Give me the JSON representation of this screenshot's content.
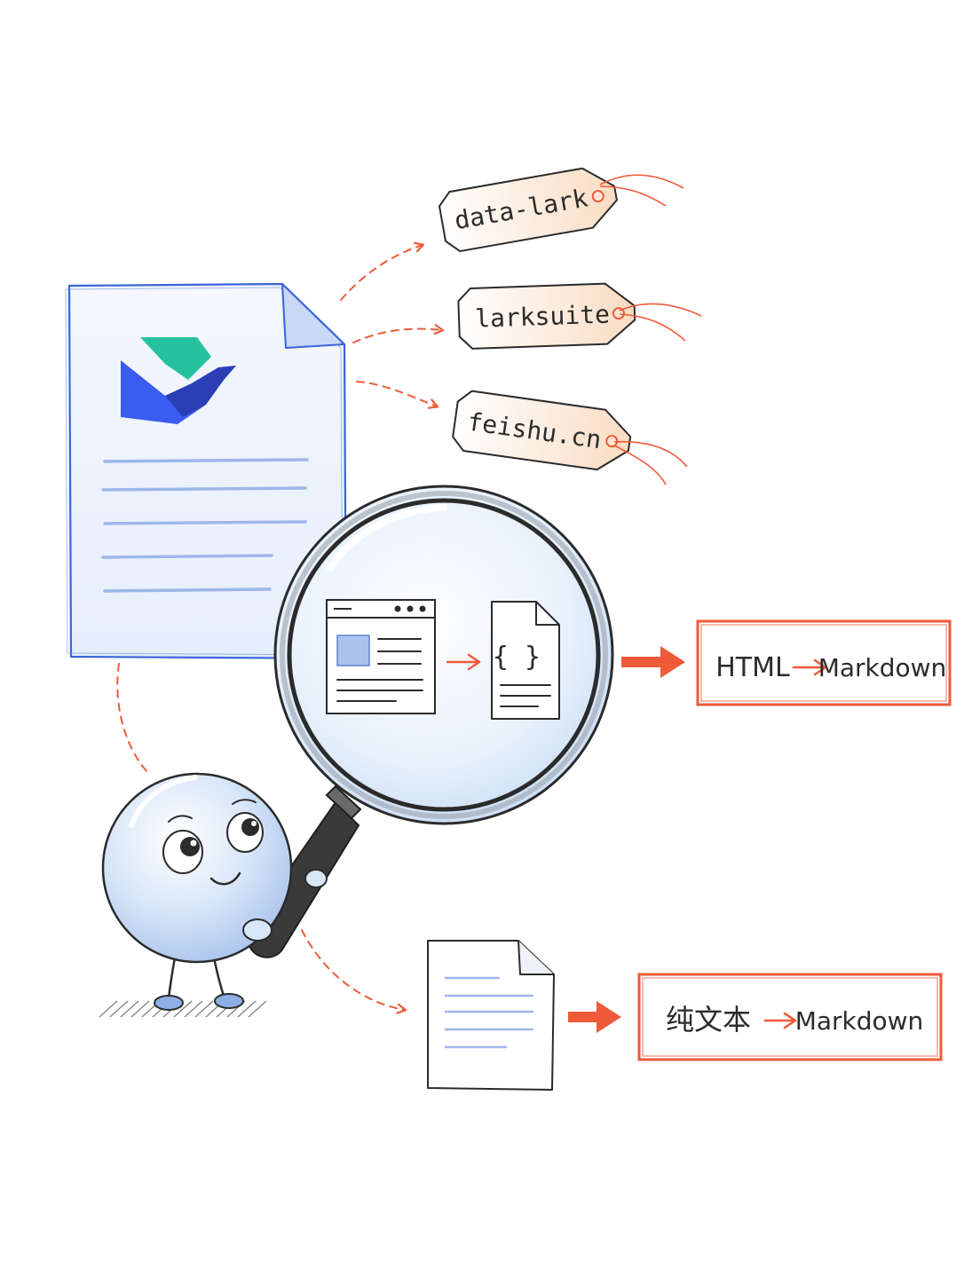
{
  "colors": {
    "accent": "#ef5a38",
    "ink": "#2b2b2b",
    "doc_blue": "#3a64d8",
    "doc_fill": "#eef3fc",
    "logo_teal": "#25c2a0",
    "logo_blue": "#3a5cf0",
    "logo_navy": "#2a3fb5",
    "tag_fill": "#fbe7d6",
    "lens_fill": "#e7f0fb"
  },
  "tags": [
    {
      "text": "data-lark"
    },
    {
      "text": "larksuite"
    },
    {
      "text": "feishu.cn"
    }
  ],
  "lens": {
    "file_glyph": "{ }"
  },
  "outputs": {
    "html": {
      "from": "HTML",
      "to": "Markdown"
    },
    "plain": {
      "from": "纯文本",
      "to": "Markdown"
    }
  },
  "icons": [
    "lark-logo-icon",
    "browser-window-icon",
    "json-file-icon",
    "magnifier-icon",
    "text-file-icon",
    "mascot-character"
  ]
}
